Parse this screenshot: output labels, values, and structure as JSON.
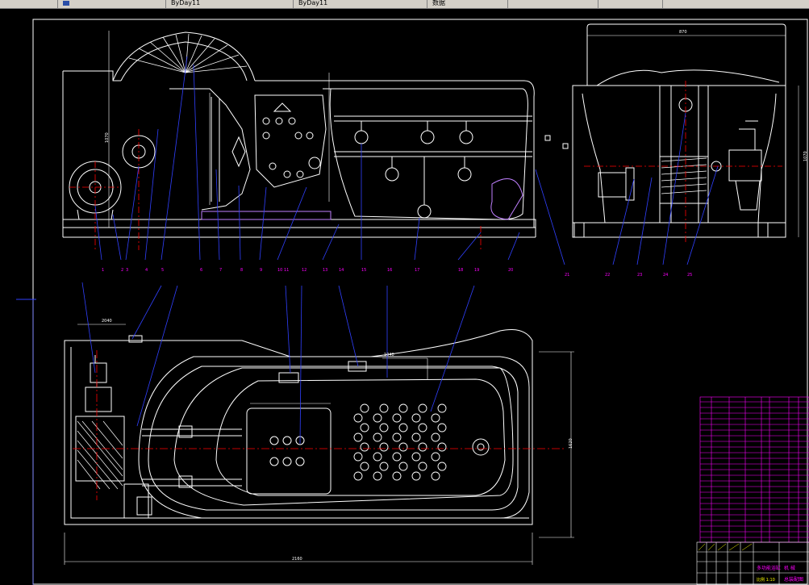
{
  "taskbar": {
    "tabs": [
      {
        "label": "",
        "width": 72
      },
      {
        "label": "",
        "width": 134
      },
      {
        "label": "ByDay11",
        "width": 158
      },
      {
        "label": "ByDay11",
        "width": 166
      },
      {
        "label": "数据",
        "width": 100
      },
      {
        "label": "",
        "width": 112
      },
      {
        "label": "",
        "width": 80
      }
    ]
  },
  "drawing": {
    "colors": {
      "line": "#ffffff",
      "center": "#ff0000",
      "leader": "#3040ff",
      "dim": "#00ffff",
      "label": "#ff00ff",
      "hatch": "#c080ff",
      "table": "#ff00ff",
      "text": "#ffffff",
      "yellow": "#ffff00"
    },
    "balloons_top": [
      "1",
      "2",
      "3",
      "4",
      "5",
      "6",
      "7",
      "8",
      "9",
      "10",
      "11",
      "12",
      "13",
      "14",
      "15",
      "16",
      "17",
      "18",
      "19",
      "20",
      "21",
      "22",
      "23",
      "24",
      "25"
    ],
    "dims": {
      "overall_length": "2160",
      "width_plan": "1620",
      "height_front": "1070",
      "side_width": "870",
      "side_height": "1070",
      "plan_sub1": "2040",
      "plan_sub2": "1040"
    },
    "title_block": {
      "title": "多功能浴缸",
      "school": "机 械",
      "drawing_name": "总装配图",
      "scale_text": "比例 1:10"
    }
  }
}
